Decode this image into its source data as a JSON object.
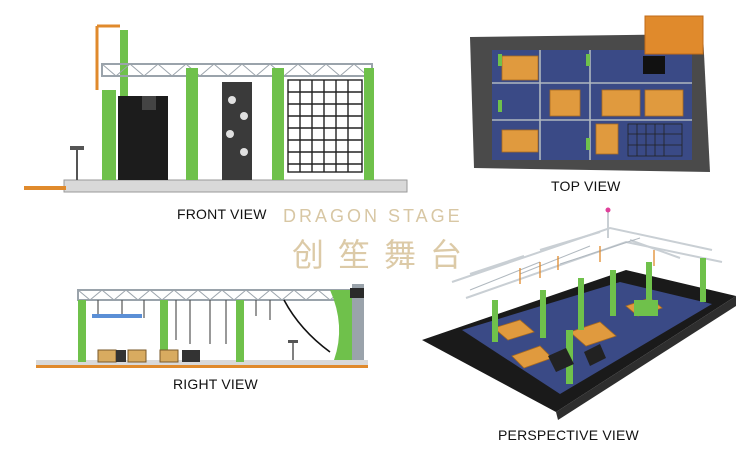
{
  "views": {
    "front": {
      "label": "FRONT VIEW"
    },
    "top": {
      "label": "TOP VIEW"
    },
    "right": {
      "label": "RIGHT VIEW"
    },
    "perspective": {
      "label": "PERSPECTIVE VIEW"
    }
  },
  "watermark": {
    "latin": "DRAGON STAGE",
    "cjk": "创笙舞台"
  },
  "colors": {
    "truss": "#9aa3ab",
    "green": "#6fc14b",
    "orange": "#e08a2c",
    "black": "#1a1a1a",
    "floor_blue": "#3a4a86",
    "wood": "#d7a45c",
    "base": "#d9d9d9"
  }
}
